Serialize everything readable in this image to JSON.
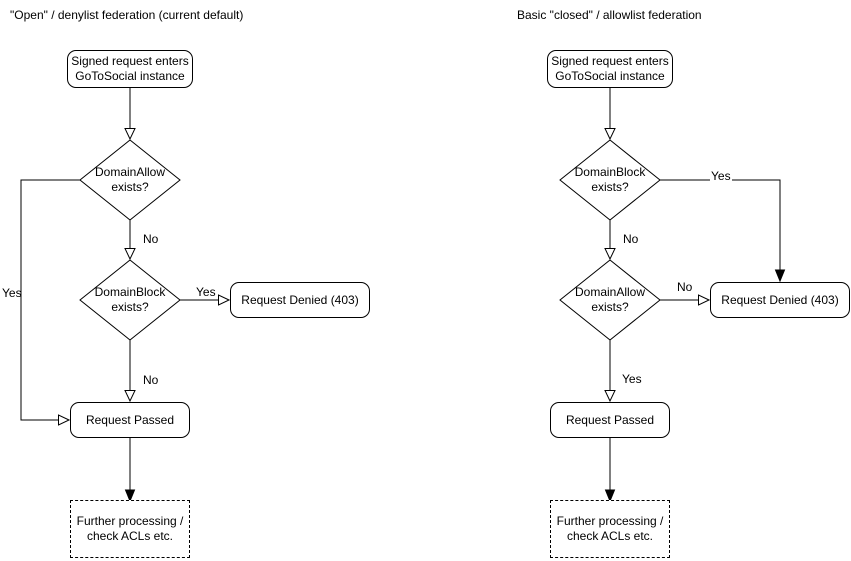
{
  "page": {
    "background": "#ffffff"
  },
  "colors": {
    "stroke": "#000000",
    "node_fill": "#ffffff",
    "text": "#000000"
  },
  "charts": [
    {
      "title": "\"Open\" / denylist federation (current default)",
      "nodes": {
        "start": {
          "lines": [
            "Signed request enters",
            "GoToSocial instance"
          ]
        },
        "decision1": {
          "lines": [
            "DomainAllow",
            "exists?"
          ]
        },
        "decision2": {
          "lines": [
            "DomainBlock",
            "exists?"
          ]
        },
        "denied": {
          "label": "Request Denied (403)"
        },
        "passed": {
          "label": "Request Passed"
        },
        "further": {
          "lines": [
            "Further processing /",
            "check ACLs etc."
          ]
        }
      },
      "edges": [
        {
          "from": "start",
          "to": "decision1",
          "label": ""
        },
        {
          "from": "decision1",
          "to": "decision2",
          "label": "No"
        },
        {
          "from": "decision1",
          "to": "passed",
          "label": "Yes"
        },
        {
          "from": "decision2",
          "to": "denied",
          "label": "Yes"
        },
        {
          "from": "decision2",
          "to": "passed",
          "label": "No"
        },
        {
          "from": "passed",
          "to": "further",
          "label": ""
        }
      ]
    },
    {
      "title": "Basic \"closed\" / allowlist federation",
      "nodes": {
        "start": {
          "lines": [
            "Signed request enters",
            "GoToSocial instance"
          ]
        },
        "decision1": {
          "lines": [
            "DomainBlock",
            "exists?"
          ]
        },
        "decision2": {
          "lines": [
            "DomainAllow",
            "exists?"
          ]
        },
        "denied": {
          "label": "Request Denied (403)"
        },
        "passed": {
          "label": "Request Passed"
        },
        "further": {
          "lines": [
            "Further processing /",
            "check ACLs etc."
          ]
        }
      },
      "edges": [
        {
          "from": "start",
          "to": "decision1",
          "label": ""
        },
        {
          "from": "decision1",
          "to": "denied",
          "label": "Yes"
        },
        {
          "from": "decision1",
          "to": "decision2",
          "label": "No"
        },
        {
          "from": "decision2",
          "to": "denied",
          "label": "No"
        },
        {
          "from": "decision2",
          "to": "passed",
          "label": "Yes"
        },
        {
          "from": "passed",
          "to": "further",
          "label": ""
        }
      ]
    }
  ]
}
